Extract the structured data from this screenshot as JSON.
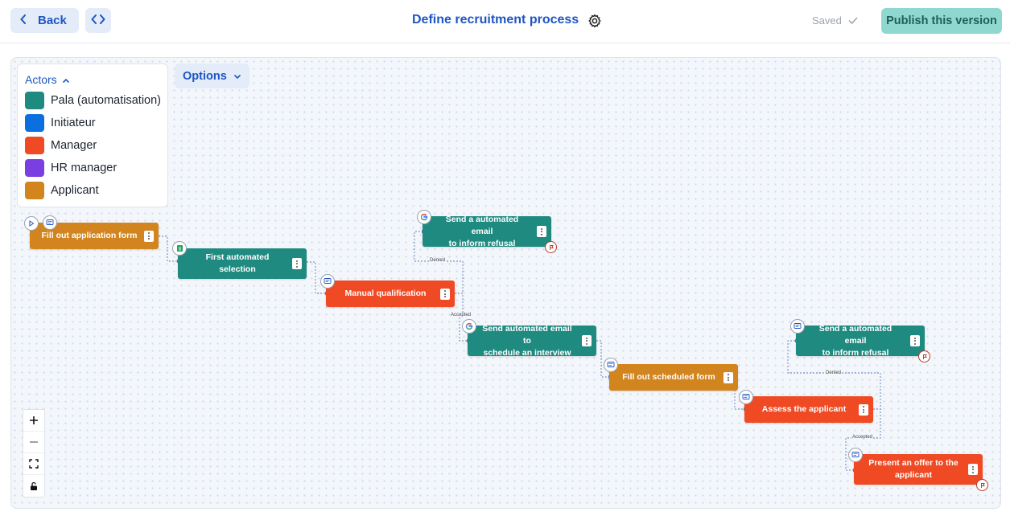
{
  "header": {
    "back_label": "Back",
    "title": "Define recruitment process",
    "saved_label": "Saved",
    "publish_label": "Publish this version"
  },
  "actors": {
    "title": "Actors",
    "items": [
      {
        "label": "Pala (automatisation)",
        "color": "#1f8a80"
      },
      {
        "label": "Initiateur",
        "color": "#0b6fe0"
      },
      {
        "label": "Manager",
        "color": "#ef4a24"
      },
      {
        "label": "HR manager",
        "color": "#7a3fe0"
      },
      {
        "label": "Applicant",
        "color": "#d2841e"
      }
    ]
  },
  "options_label": "Options",
  "nodes": [
    {
      "line1": "Fill out application form",
      "line2": "",
      "actor": "Applicant"
    },
    {
      "line1": "First automated",
      "line2": "selection",
      "actor": "Pala (automatisation)"
    },
    {
      "line1": "Manual qualification",
      "line2": "",
      "actor": "Manager"
    },
    {
      "line1": "Send a automated email",
      "line2": "to inform refusal",
      "actor": "Pala (automatisation)"
    },
    {
      "line1": "Send automated email to",
      "line2": "schedule an interview",
      "actor": "Pala (automatisation)"
    },
    {
      "line1": "Fill out scheduled form",
      "line2": "",
      "actor": "Applicant"
    },
    {
      "line1": "Assess the applicant",
      "line2": "",
      "actor": "Manager"
    },
    {
      "line1": "Send a automated email",
      "line2": "to inform refusal",
      "actor": "Pala (automatisation)"
    },
    {
      "line1": "Present an offer to the",
      "line2": "applicant",
      "actor": "Manager"
    }
  ],
  "edge_labels": {
    "denied": "Denied",
    "accepted": "Accepted"
  }
}
